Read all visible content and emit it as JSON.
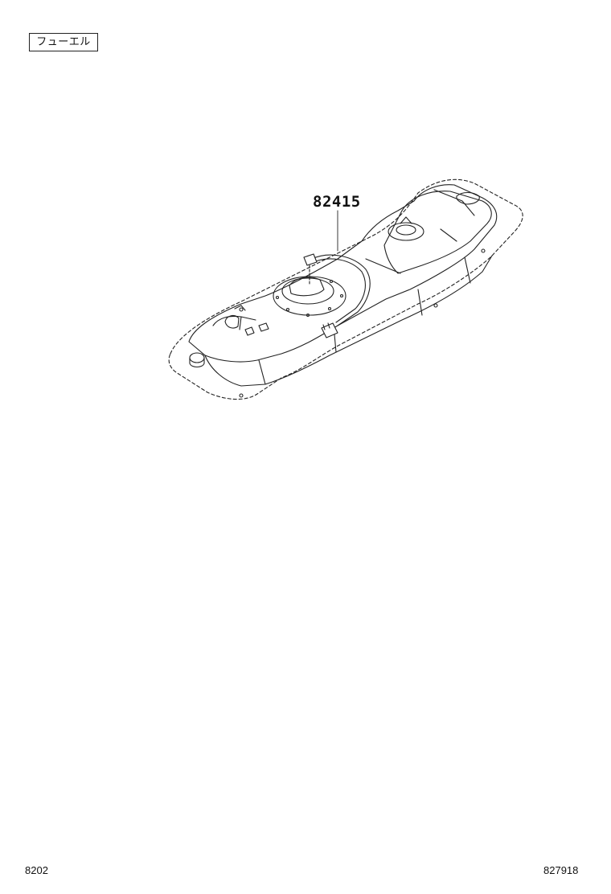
{
  "header": {
    "section_label": "フューエル"
  },
  "diagram": {
    "part_callouts": [
      {
        "part_number": "82415"
      }
    ]
  },
  "footer": {
    "left_code": "8202",
    "right_code": "827918"
  }
}
